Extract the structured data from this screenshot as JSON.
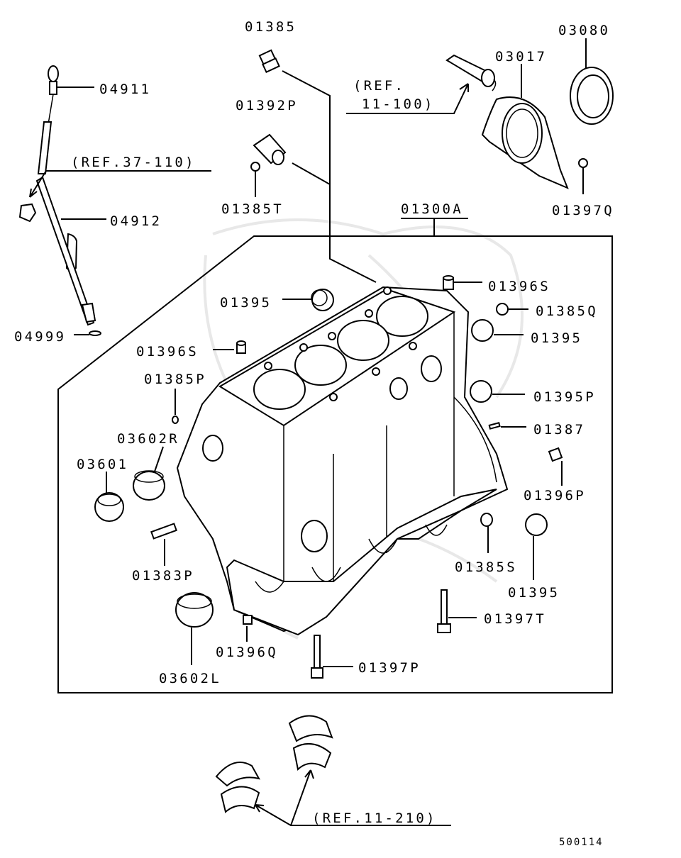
{
  "parts": {
    "p01385": "01385",
    "p04911": "04911",
    "p01392P": "01392P",
    "p03080": "03080",
    "p03017": "03017",
    "ref_11_100_line1": "(REF.",
    "ref_11_100_line2": "11-100)",
    "ref_37_110": "(REF.37-110)",
    "p04912": "04912",
    "p01385T": "01385T",
    "p01300A": "01300A",
    "p01397Q": "01397Q",
    "p04999": "04999",
    "p01396S_top": "01396S",
    "p01395_left": "01395",
    "p01385Q": "01385Q",
    "p01395_right": "01395",
    "p01396S_left": "01396S",
    "p01385P": "01385P",
    "p01395P": "01395P",
    "p03602R": "03602R",
    "p01387": "01387",
    "p03601": "03601",
    "p01396P": "01396P",
    "p01383P": "01383P",
    "p01385S": "01385S",
    "p01395_bottom": "01395",
    "p01397T": "01397T",
    "p01396Q": "01396Q",
    "p03602L": "03602L",
    "p01397P": "01397P",
    "ref_11_210": "(REF.11-210)"
  },
  "diagram_code": "500114"
}
